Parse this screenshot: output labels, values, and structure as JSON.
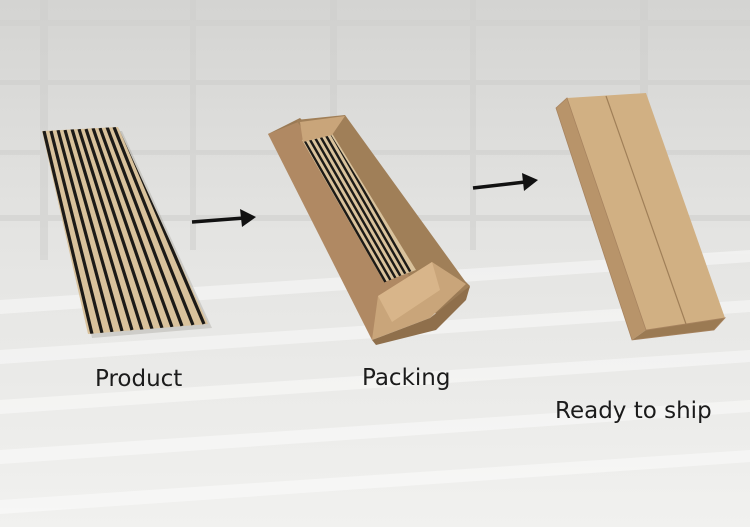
{
  "steps": [
    {
      "caption": "Product"
    },
    {
      "caption": "Packing"
    },
    {
      "caption": "Ready to ship"
    }
  ],
  "colors": {
    "background": "#e9e9e7",
    "cardboard": "#c9a57a",
    "cardboard_dark": "#a8845b",
    "slat_light": "#d9c29c",
    "slat_dark": "#1c1a17",
    "arrow": "#111111"
  }
}
